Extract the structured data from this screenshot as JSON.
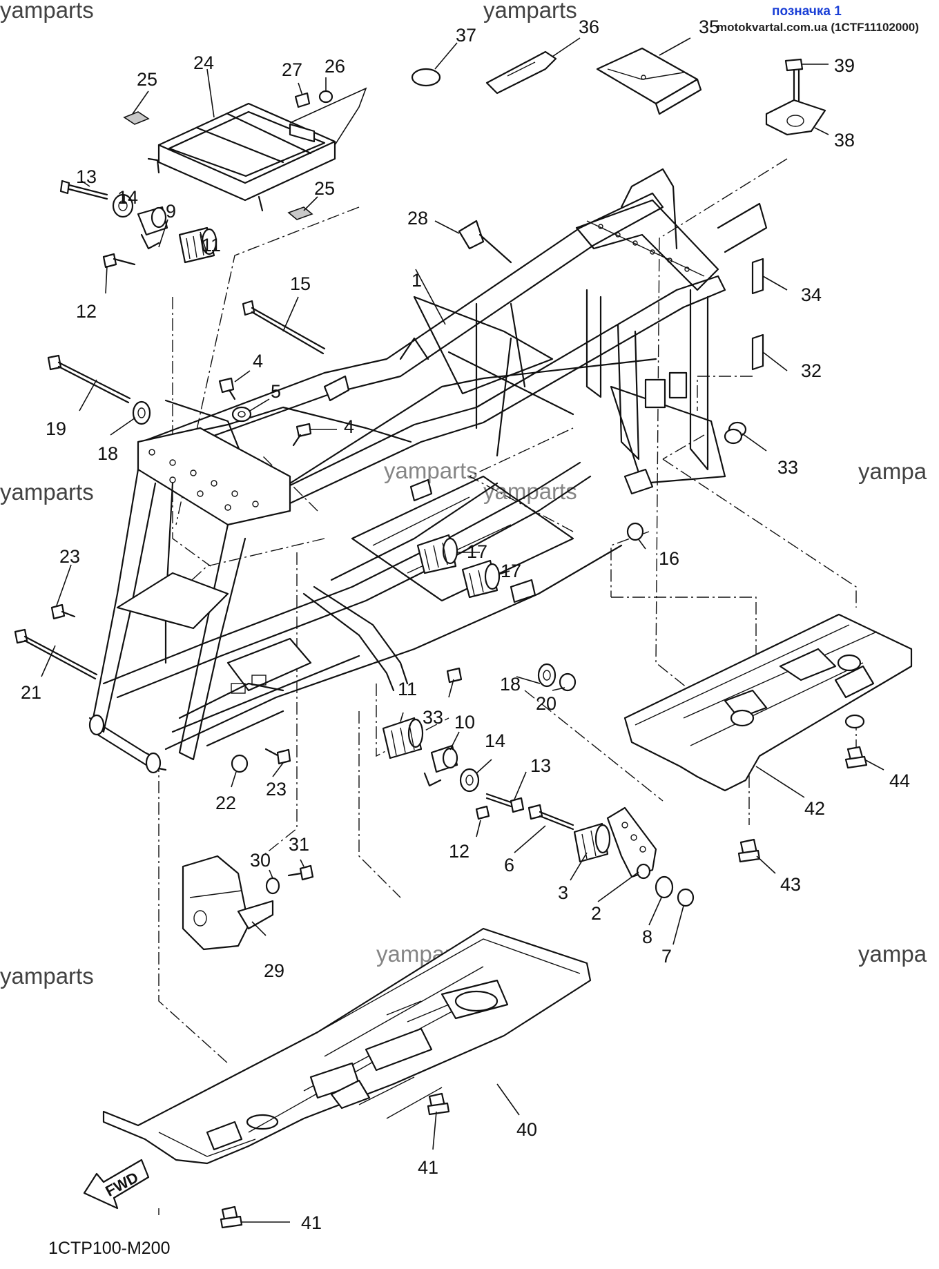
{
  "header": {
    "label": "позначка 1",
    "reference": "motokvartal.com.ua (1CTF11102000)"
  },
  "diagram_code": "1CTP100-M200",
  "fwd_label": "FWD",
  "watermarks": [
    "yamparts",
    "yamparts",
    "yamparts",
    "yampa",
    "yamparts",
    "yamparts",
    "yamparts",
    "yampa",
    "yamparts",
    "yamparts"
  ],
  "callouts": [
    "1",
    "2",
    "3",
    "4",
    "4",
    "5",
    "6",
    "7",
    "8",
    "9",
    "10",
    "11",
    "11",
    "12",
    "12",
    "13",
    "13",
    "14",
    "14",
    "15",
    "16",
    "17",
    "17",
    "18",
    "18",
    "19",
    "20",
    "21",
    "22",
    "23",
    "23",
    "24",
    "25",
    "25",
    "26",
    "27",
    "28",
    "29",
    "30",
    "31",
    "32",
    "33",
    "33",
    "34",
    "35",
    "36",
    "37",
    "38",
    "39",
    "40",
    "41",
    "41",
    "42",
    "43",
    "44"
  ]
}
